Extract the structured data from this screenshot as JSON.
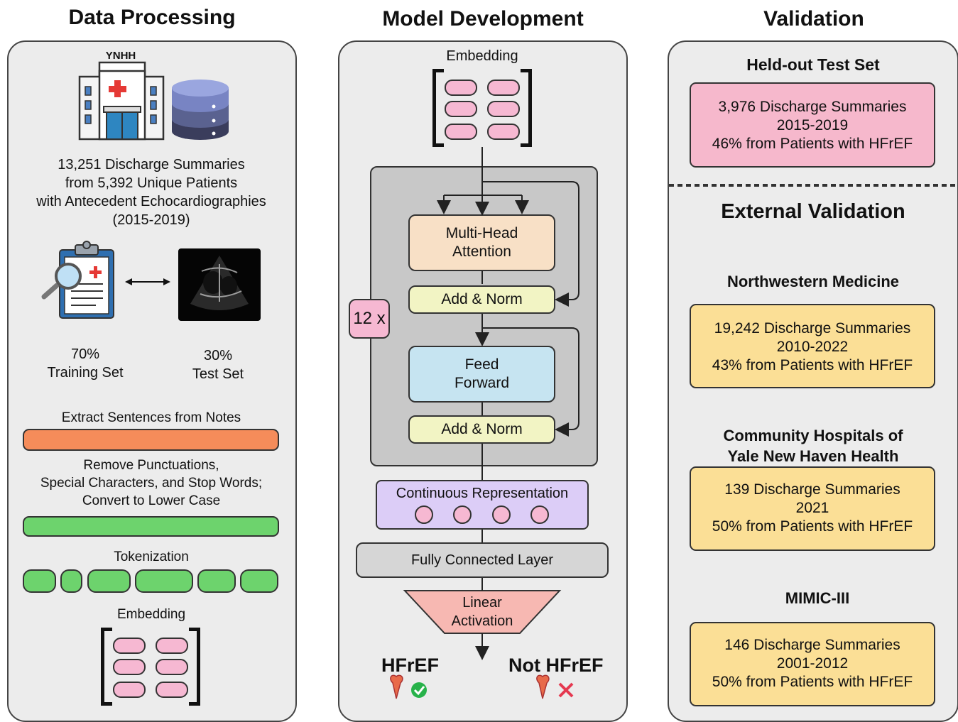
{
  "columns": {
    "data_processing": "Data Processing",
    "model_development": "Model Development",
    "validation": "Validation"
  },
  "data_processing": {
    "hospital_label": "YNHH",
    "cohort_lines": [
      "13,251 Discharge Summaries",
      "from 5,392 Unique Patients",
      "with Antecedent Echocardiographies",
      "(2015-2019)"
    ],
    "training_pct": "70%",
    "training_label": "Training Set",
    "test_pct": "30%",
    "test_label": "Test Set",
    "step_extract": "Extract Sentences from Notes",
    "step_clean_lines": [
      "Remove Punctuations,",
      "Special Characters, and Stop Words;",
      "Convert to Lower Case"
    ],
    "step_tokenization": "Tokenization",
    "step_embedding": "Embedding"
  },
  "model": {
    "embedding_label": "Embedding",
    "repeat_label": "12 x",
    "attention_lines": [
      "Multi-Head",
      "Attention"
    ],
    "add_norm_1": "Add & Norm",
    "feed_forward_lines": [
      "Feed",
      "Forward"
    ],
    "add_norm_2": "Add & Norm",
    "continuous_representation": "Continuous Representation",
    "fully_connected": "Fully Connected Layer",
    "linear_lines": [
      "Linear",
      "Activation"
    ],
    "output_positive": "HFrEF",
    "output_negative": "Not HFrEF"
  },
  "validation": {
    "heldout_title": "Held-out Test Set",
    "heldout_lines": [
      "3,976 Discharge Summaries",
      "2015-2019",
      "46% from Patients with HFrEF"
    ],
    "external_title": "External Validation",
    "sites": [
      {
        "name_lines": [
          "Northwestern Medicine"
        ],
        "lines": [
          "19,242 Discharge Summaries",
          "2010-2022",
          "43% from Patients with HFrEF"
        ]
      },
      {
        "name_lines": [
          "Community Hospitals of",
          "Yale New Haven Health"
        ],
        "lines": [
          "139 Discharge Summaries",
          "2021",
          "50% from Patients with HFrEF"
        ]
      },
      {
        "name_lines": [
          "MIMIC-III"
        ],
        "lines": [
          "146 Discharge Summaries",
          "2001-2012",
          "50% from Patients with HFrEF"
        ]
      }
    ]
  },
  "colors": {
    "panel_bg": "#ececec",
    "extract_bar": "#f58c5a",
    "clean_bar": "#6dd36d",
    "pill": "#f6b8d2",
    "attention": "#f8e0c6",
    "add_norm": "#f2f4c4",
    "feed_forward": "#c6e4f1",
    "continuous": "#dccdf7",
    "fully_connected": "#d6d6d6",
    "linear": "#f7b8b2",
    "heldout_card": "#f6b8cc",
    "external_card": "#fbdf96"
  }
}
